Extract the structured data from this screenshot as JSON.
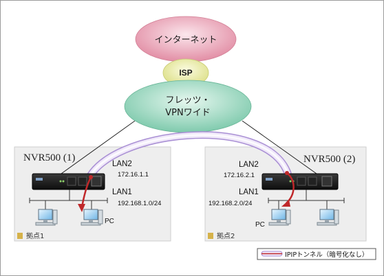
{
  "clouds": {
    "internet": "インターネット",
    "isp": "ISP",
    "flets_line1": "フレッツ・",
    "flets_line2": "VPNワイド"
  },
  "sites": [
    {
      "title": "NVR500 (1)",
      "tag": "拠点1",
      "lan2_label": "LAN2",
      "lan2_addr": "172.16.1.1",
      "lan1_label": "LAN1",
      "lan1_addr": "192.168.1.0/24",
      "pc_label": "PC"
    },
    {
      "title": "NVR500 (2)",
      "tag": "拠点2",
      "lan2_label": "LAN2",
      "lan2_addr": "172.16.2.1",
      "lan1_label": "LAN1",
      "lan1_addr": "192.168.2.0/24",
      "pc_label": "PC"
    }
  ],
  "legend": {
    "label": "IPIPトンネル（暗号化なし）"
  },
  "colors": {
    "internet_cloud": "#e9a7b8",
    "isp_cloud": "#eef0a8",
    "flets_cloud": "#8fd3b8",
    "tunnel": "#c9b6e6",
    "arrow": "#c0282a",
    "site_bg": "#eeeeee",
    "site_tag": "#d6b24a"
  }
}
